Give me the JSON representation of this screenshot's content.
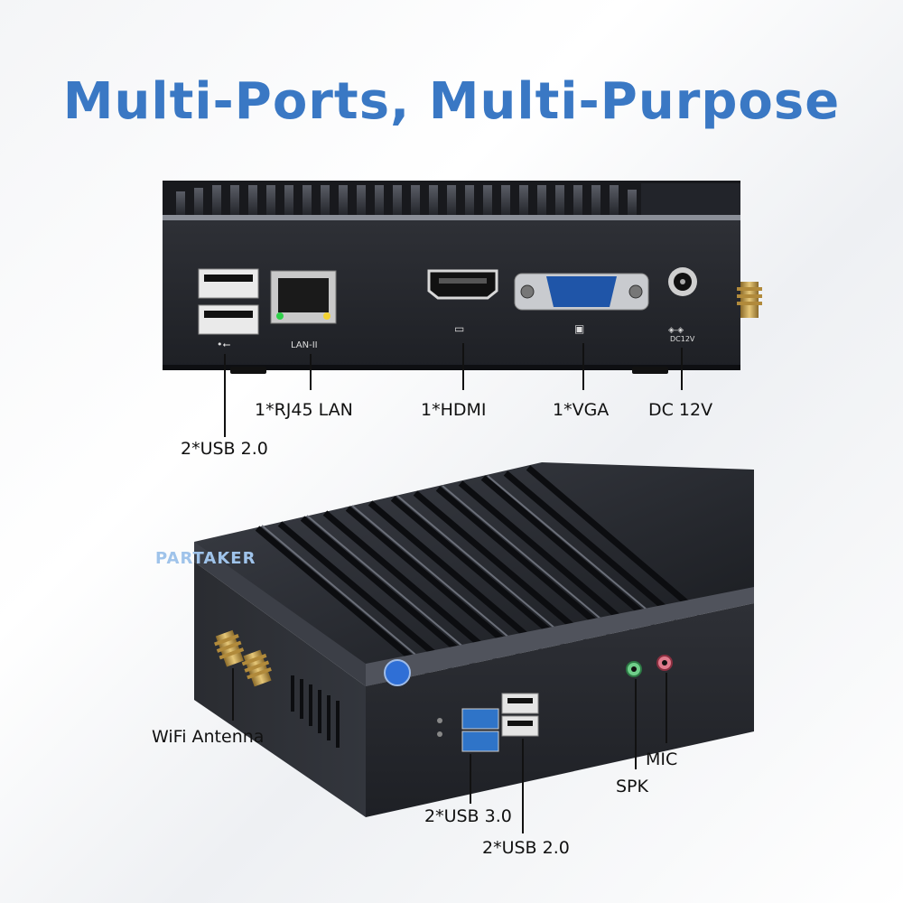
{
  "title": "Multi-Ports, Multi-Purpose",
  "watermark": "PARTAKER",
  "rear_panel": {
    "labels": {
      "usb20": "2*USB 2.0",
      "lan": "1*RJ45 LAN",
      "hdmi": "1*HDMI",
      "vga": "1*VGA",
      "dc": "DC 12V"
    },
    "printed": {
      "lan_marking": "LAN-II",
      "dc_marking": "DC12V"
    }
  },
  "front_panel": {
    "labels": {
      "wifi": "WiFi Antenna",
      "usb30": "2*USB 3.0",
      "usb20": "2*USB 2.0",
      "mic": "MIC",
      "spk": "SPK"
    }
  },
  "colors": {
    "title": "#3a78c4",
    "chassis": "#2b2d33",
    "usb3_blue": "#2f74c8",
    "mic_pink": "#e07a8c",
    "spk_green": "#6fcf8a",
    "power_button": "#2f6fd6"
  }
}
